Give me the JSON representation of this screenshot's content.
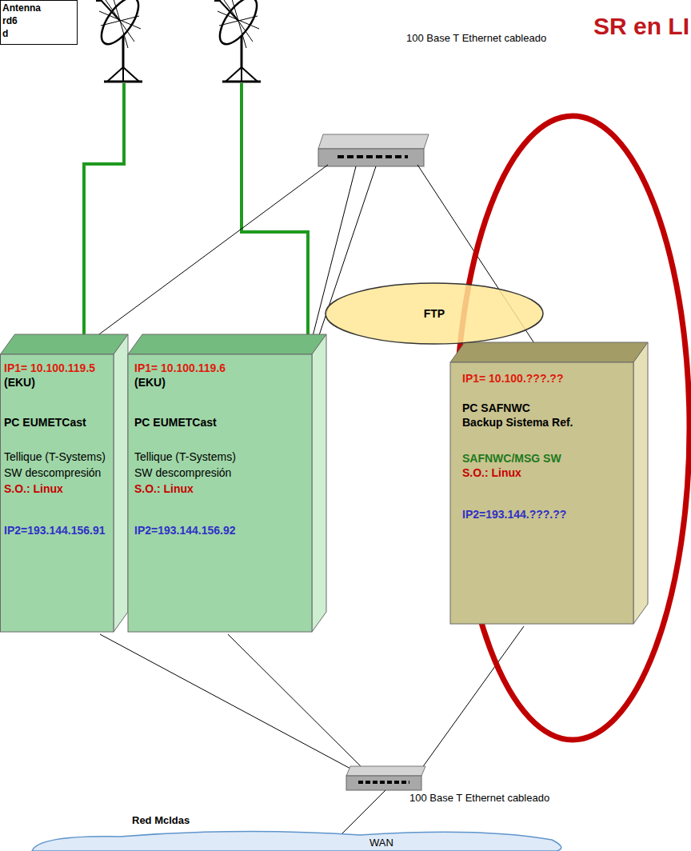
{
  "diagram": {
    "title": "SR en LI",
    "nodes": [
      {
        "text": [
          "Antenna",
          "rd6",
          "d"
        ]
      },
      {
        "text": [
          "FTP"
        ]
      },
      {
        "text": [
          "IP1= 10.100.119.5",
          "(EKU)",
          "PC EUMETCast",
          "Tellique (T-Systems) SW descompresión",
          "S.O.: Linux",
          "IP2=193.144.156.91"
        ]
      },
      {
        "text": [
          "IP1= 10.100.119.6",
          "(EKU)",
          "PC EUMETCast",
          "Tellique (T-Systems) SW descompresión",
          "S.O.: Linux",
          "IP2=193.144.156.92"
        ]
      },
      {
        "text": [
          "IP1= 10.100.???.??",
          "PC SAFNWC",
          "Backup Sistema Ref.",
          "SAFNWC/MSG SW",
          "S.O.: Linux",
          "IP2=193.144.???.??"
        ]
      }
    ],
    "labels": [
      "100 Base T Ethernet cableado",
      "100 Base T Ethernet cableado",
      "Red Mcldas",
      "WAN"
    ]
  }
}
